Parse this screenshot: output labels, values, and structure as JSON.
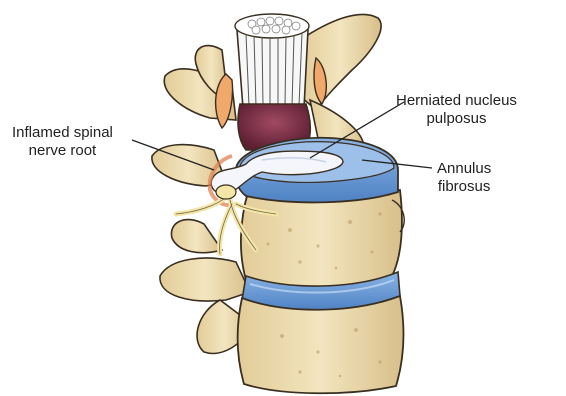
{
  "labels": {
    "inflamed_nerve": [
      "Inflamed spinal",
      "nerve root"
    ],
    "herniated_nucleus": [
      "Herniated nucleus",
      "pulposus"
    ],
    "annulus": [
      "Annulus",
      "fibrosus"
    ]
  },
  "colors": {
    "bone": "#efdfb5",
    "bone_shadow": "#c9b283",
    "outline": "#3a2e20",
    "disc": "#6f9fd8",
    "disc_light": "#a9c7ec",
    "nucleus": "#f4f6fb",
    "dura": "#7a2f45",
    "nerve": "#f3e6a8",
    "cord": "#f7f7f7",
    "inflamed": "#e07a4a"
  }
}
